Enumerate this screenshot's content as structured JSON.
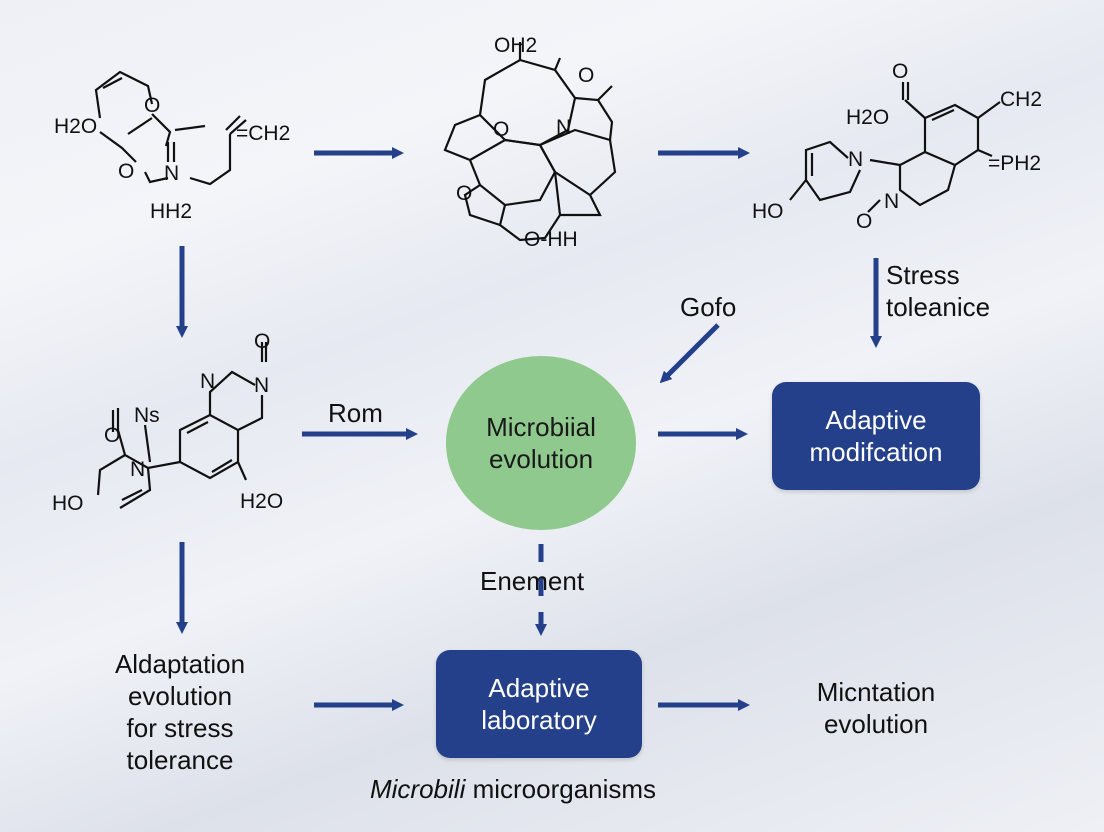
{
  "nodes": {
    "central_circle": {
      "line1": "Microbiial",
      "line2": "evolution"
    },
    "adaptive_modification": {
      "line1": "Adaptive",
      "line2": "modifcation"
    },
    "adaptive_laboratory": {
      "line1": "Adaptive",
      "line2": "laboratory"
    },
    "mutation_evolution": {
      "line1": "Micntation",
      "line2": "evolution"
    },
    "adaptation_text": {
      "line1": "Aldaptation",
      "line2": "evolution",
      "line3": "for stress",
      "line4": "tolerance"
    }
  },
  "edge_labels": {
    "rom": "Rom",
    "gofo": "Gofo",
    "stress_line1": "Stress",
    "stress_line2": "toleanice",
    "enement": "Enement"
  },
  "caption": {
    "italic": "Microbili",
    "normal": " microorganisms"
  },
  "molecules": {
    "mol1": {
      "labels": [
        "H2O",
        "O",
        "O",
        "N",
        "HH2",
        "=CH2"
      ]
    },
    "mol2": {
      "labels": [
        "OH2",
        "O",
        "N",
        "O",
        "O",
        "O-HH"
      ]
    },
    "mol3": {
      "labels": [
        "O",
        "H2O",
        "CH2",
        "=PH2",
        "N",
        "N",
        "HO",
        "O"
      ]
    },
    "mol4": {
      "labels": [
        "O",
        "N",
        "Ns",
        "O",
        "N",
        "HO",
        "H2O"
      ]
    }
  },
  "colors": {
    "arrow": "#24408a",
    "box": "#24408a",
    "circle": "#8fc98d",
    "text": "#111111"
  }
}
